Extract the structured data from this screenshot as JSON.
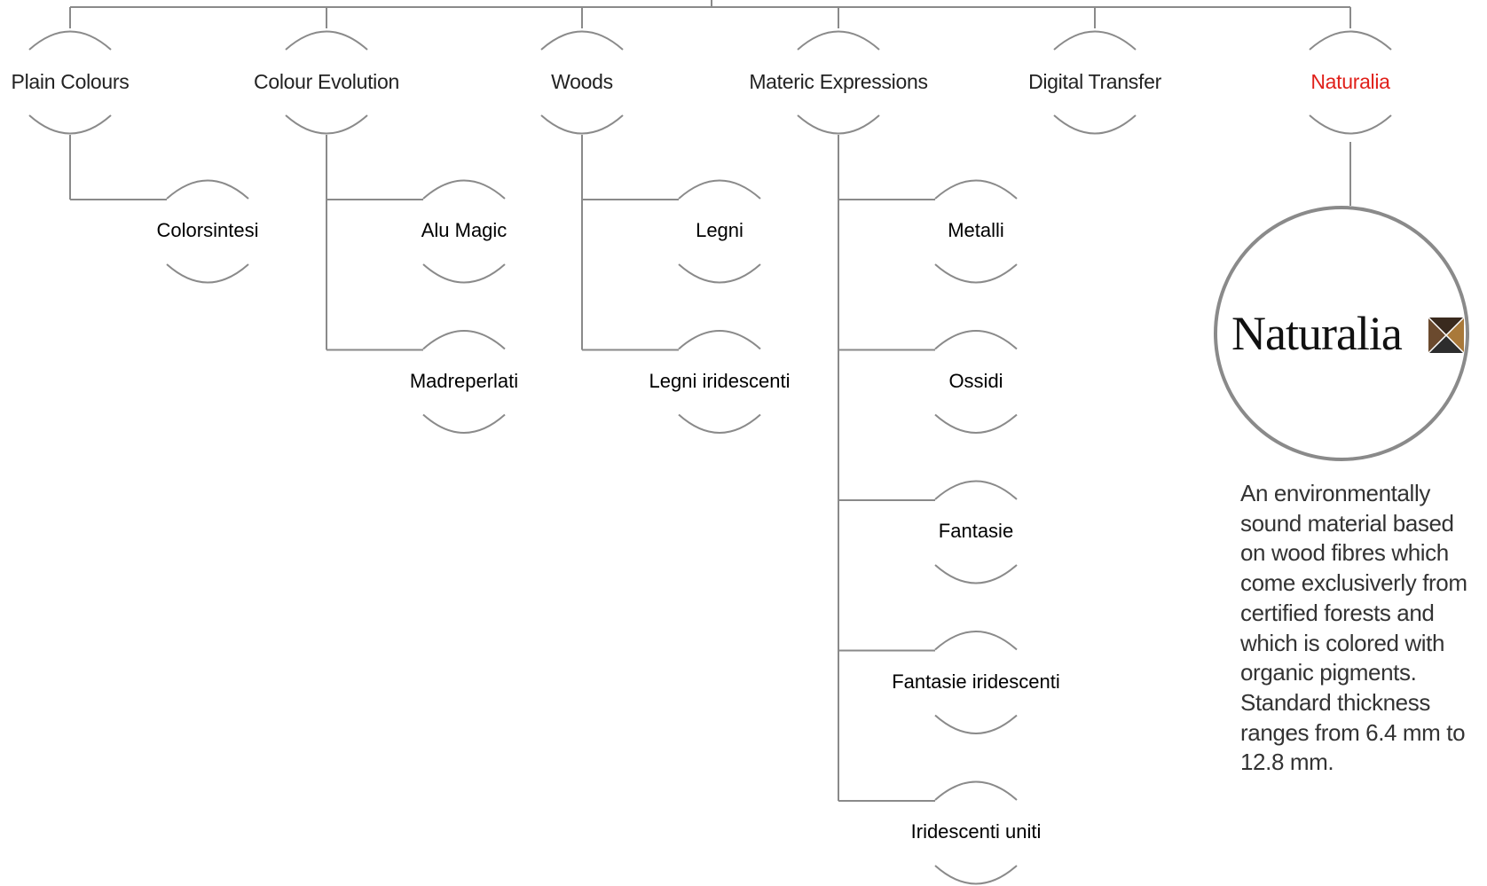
{
  "accent_color": "#e0201a",
  "text_color": "#222222",
  "line_color": "#8a8a8a",
  "categories": [
    {
      "id": "plain-colours",
      "label": "Plain Colours",
      "highlight": false,
      "children": [
        "Colorsintesi"
      ]
    },
    {
      "id": "colour-evolution",
      "label": "Colour Evolution",
      "highlight": false,
      "children": [
        "Alu Magic",
        "Madreperlati"
      ]
    },
    {
      "id": "woods",
      "label": "Woods",
      "highlight": false,
      "children": [
        "Legni",
        "Legni iridescenti"
      ]
    },
    {
      "id": "materic-expressions",
      "label": "Materic Expressions",
      "highlight": false,
      "children": [
        "Metalli",
        "Ossidi",
        "Fantasie",
        "Fantasie iridescenti",
        "Iridescenti uniti"
      ]
    },
    {
      "id": "digital-transfer",
      "label": "Digital Transfer",
      "highlight": false,
      "children": []
    },
    {
      "id": "naturalia",
      "label": "Naturalia",
      "highlight": true,
      "children": []
    }
  ],
  "naturalia_detail": {
    "logo_text": "Naturalia",
    "logo_icon": "naturalia-square-mark-icon",
    "description": "An environmentally sound material based on wood fibres which come exclusiverly from certified forests and which is colored with organic pigments. Standard thickness ranges from 6.4 mm to 12.8 mm."
  }
}
